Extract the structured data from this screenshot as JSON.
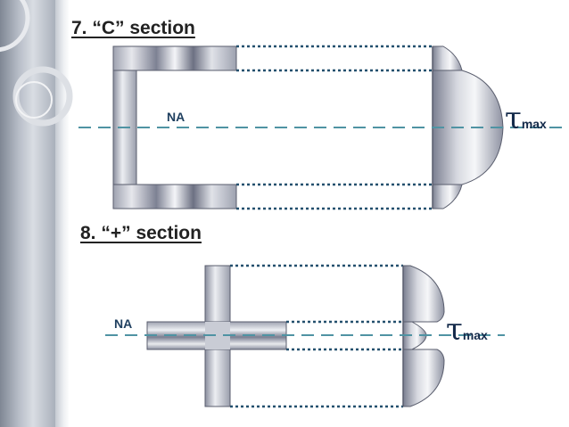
{
  "sections": [
    {
      "heading": "7. “C” section",
      "na_label": "NA",
      "tau_symbol": "τ",
      "tau_subscript": "max"
    },
    {
      "heading": "8. “+” section",
      "na_label": "NA",
      "tau_symbol": "τ",
      "tau_subscript": "max"
    }
  ],
  "colors": {
    "steel_light": "#f2f3f6",
    "steel_mid": "#b8bcc8",
    "steel_dark": "#6c7082",
    "neutral_axis": "#4f93a3",
    "projection_lines": "#24506e"
  }
}
